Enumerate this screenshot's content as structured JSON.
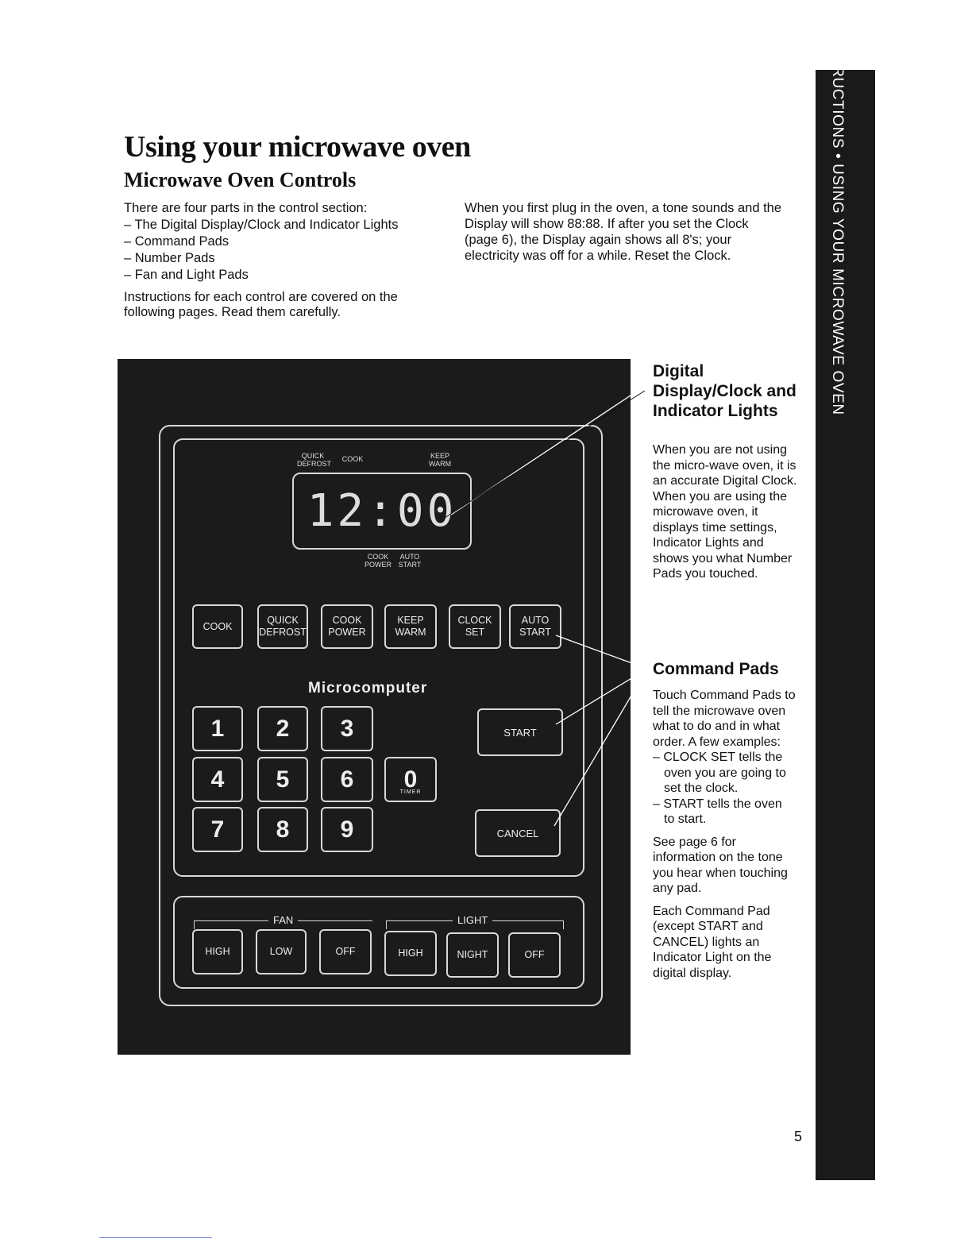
{
  "header": {
    "title": "Using your microwave oven",
    "section": "Microwave Oven Controls"
  },
  "intro": {
    "lead": "There are four parts in the control section:",
    "parts": [
      "– The Digital Display/Clock and Indicator Lights",
      "– Command Pads",
      "– Number Pads",
      "– Fan and Light Pads"
    ],
    "instructions": "Instructions for each control are covered on the following pages. Read them carefully.",
    "plug_text": "When you first plug in the oven, a tone sounds and the Display will show 88:88. If after you set the Clock (page 6), the Display again shows all 8's; your electricity was off for a while. Reset the Clock."
  },
  "side_tab": {
    "text": "IMPORTANT SAFETY INSTRUCTIONS • USING YOUR MICROWAVE OVEN"
  },
  "panel": {
    "indicators_top": {
      "quick_defrost": "QUICK DEFROST",
      "cook": "COOK",
      "keep_warm": "KEEP WARM"
    },
    "indicators_bottom": {
      "cook_power": "COOK POWER",
      "auto_start": "AUTO START"
    },
    "display": "12:00",
    "command_pads": [
      "COOK",
      "QUICK DEFROST",
      "COOK POWER",
      "KEEP WARM",
      "CLOCK SET",
      "AUTO START"
    ],
    "microcomputer": "Microcomputer",
    "number_pads": [
      "1",
      "2",
      "3",
      "4",
      "5",
      "6",
      "0",
      "7",
      "8",
      "9"
    ],
    "timer_label": "TIMER",
    "start": "START",
    "cancel": "CANCEL",
    "fan": {
      "label": "FAN",
      "pads": [
        "HIGH",
        "LOW",
        "OFF"
      ]
    },
    "light": {
      "label": "LIGHT",
      "pads": [
        "HIGH",
        "NIGHT",
        "OFF"
      ]
    }
  },
  "digital_section": {
    "heading": "Digital Display/Clock and Indicator Lights",
    "text": "When you are not using the micro-wave oven, it is an accurate Digital Clock. When you are using the microwave oven, it displays time settings, Indicator Lights and shows you what Number Pads you touched."
  },
  "command_section": {
    "heading": "Command Pads",
    "text": "Touch Command Pads to tell the microwave oven what to do and in what order. A few examples:",
    "examples": [
      "– CLOCK SET tells the oven you are going to set the clock.",
      "– START tells the oven to start."
    ],
    "see_page": "See page 6 for information on the tone you hear when touching any pad.",
    "each_pad": "Each Command Pad (except START and CANCEL) lights an Indicator Light on the digital display."
  },
  "page_number": "5"
}
